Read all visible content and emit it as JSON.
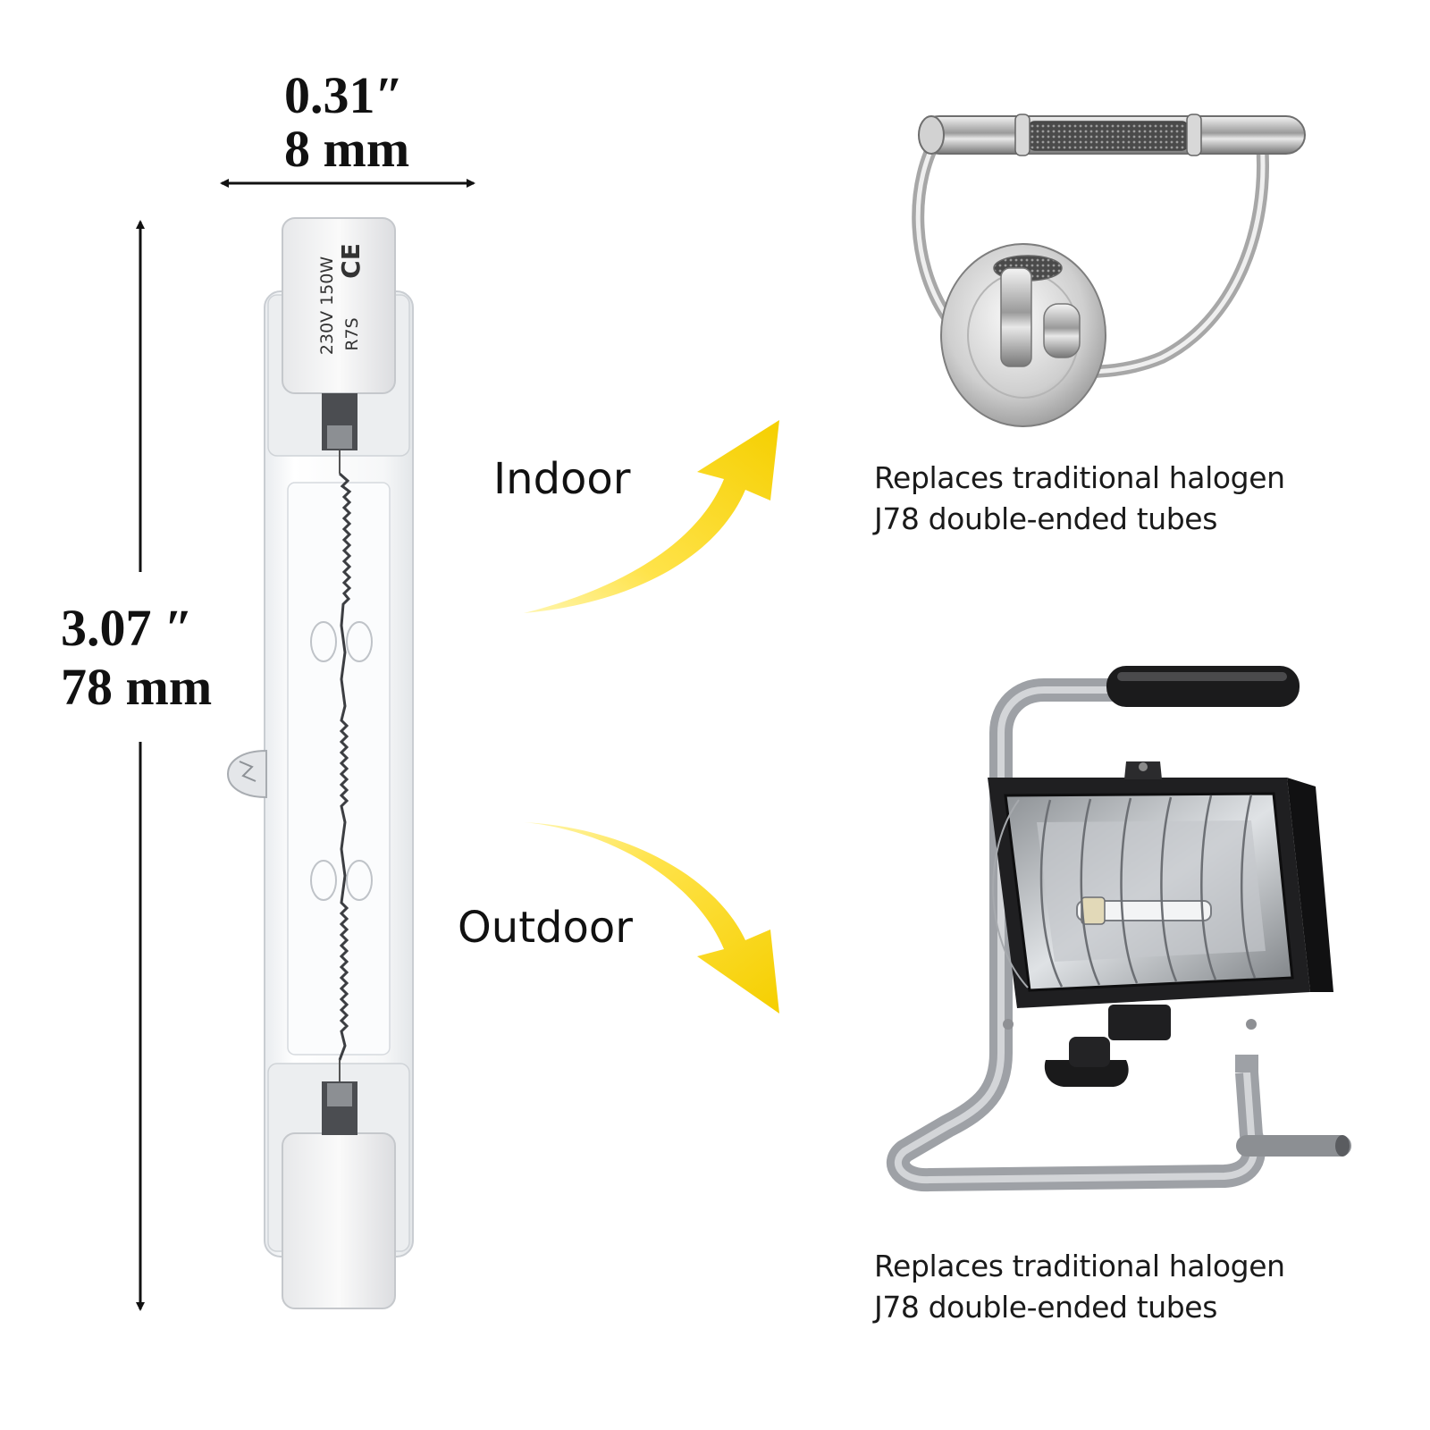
{
  "dimensions": {
    "width_in": "0.31″",
    "width_mm": "8 mm",
    "length_in": "3.07 ″",
    "length_mm": "78 mm"
  },
  "bulb": {
    "cap_print_line1": "230V 150W",
    "cap_print_line2": "R7S",
    "cap_mark": "CE"
  },
  "uses": [
    {
      "label": "Indoor",
      "caption_line1": "Replaces traditional halogen",
      "caption_line2": "J78 double-ended tubes",
      "icon": "wall-sconce"
    },
    {
      "label": "Outdoor",
      "caption_line1": "Replaces traditional halogen",
      "caption_line2": "J78 double-ended tubes",
      "icon": "floodlight-stand"
    }
  ],
  "colors": {
    "arrow": "#f7d400",
    "ink": "#111111",
    "frame_gray": "#b7b9bd",
    "housing": "#1f1f21"
  }
}
